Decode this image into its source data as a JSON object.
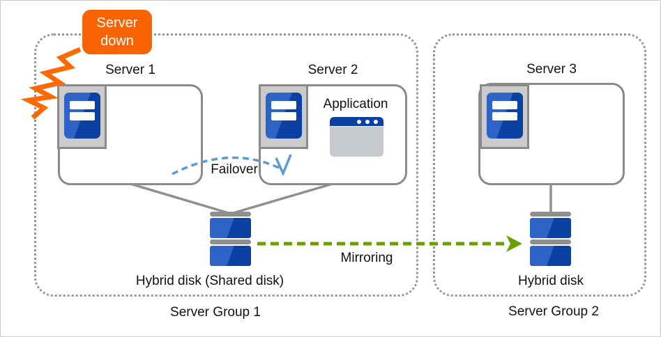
{
  "colors": {
    "badge_orange": "#F96302",
    "burst_orange": "#FD6A02",
    "server_blue_light": "#2E63C7",
    "server_blue_dark": "#0B41A3",
    "failover_blue": "#5B9BD5",
    "mirroring_green": "#69A000",
    "line_gray": "#8F8F8F",
    "group_border_gray": "#969696"
  },
  "badge": {
    "line1": "Server",
    "line2": "down"
  },
  "groups": [
    {
      "label": "Server Group 1",
      "disk_label": "Hybrid disk (Shared disk)"
    },
    {
      "label": "Server Group 2",
      "disk_label": "Hybrid disk"
    }
  ],
  "servers": [
    {
      "name": "Server 1"
    },
    {
      "name": "Server 2"
    },
    {
      "name": "Server 3"
    }
  ],
  "application_label": "Application",
  "arrows": {
    "failover": "Failover",
    "mirroring": "Mirroring"
  },
  "icons": {
    "server": "server-tower-icon",
    "application": "app-window-icon",
    "disk": "hybrid-disk-icon",
    "crash": "crash-burst-icon"
  }
}
